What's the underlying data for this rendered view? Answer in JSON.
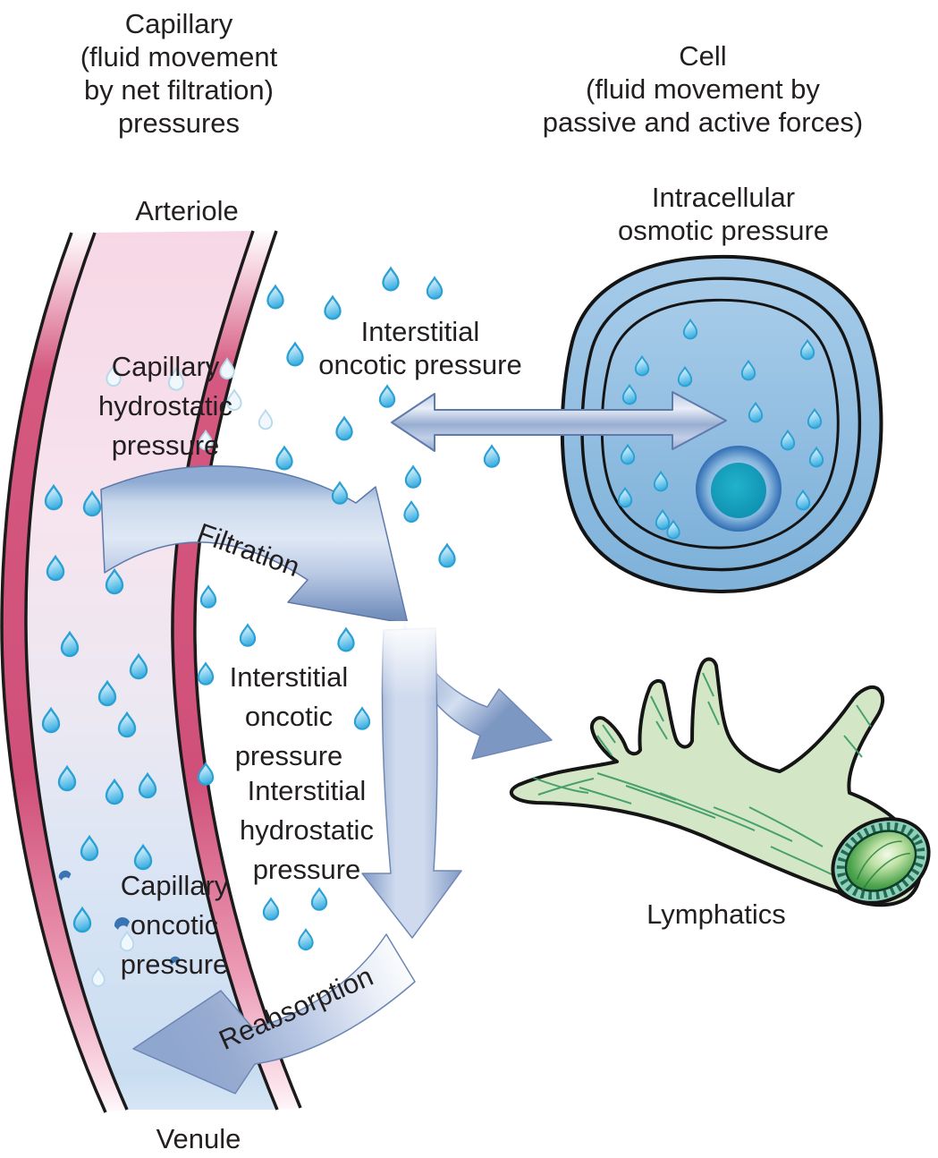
{
  "figure_title": "Capillary and cell fluid exchange diagram",
  "headings": {
    "capillary": {
      "lines": [
        "Capillary",
        "(fluid movement",
        "by net filtration)",
        "pressures"
      ]
    },
    "cell": {
      "lines": [
        "Cell",
        "(fluid movement by",
        "passive and active forces)"
      ]
    }
  },
  "labels": {
    "arteriole": "Arteriole",
    "intracellular_osmotic": {
      "lines": [
        "Intracellular",
        "osmotic pressure"
      ]
    },
    "interstitial_oncotic_upper": {
      "lines": [
        "Interstitial",
        "oncotic pressure"
      ]
    },
    "capillary_hydrostatic": {
      "lines": [
        "Capillary",
        "hydrostatic",
        "pressure"
      ]
    },
    "filtration": "Filtration",
    "interstitial_oncotic": {
      "lines": [
        "Interstitial",
        "oncotic",
        "pressure"
      ]
    },
    "interstitial_hydrostatic": {
      "lines": [
        "Interstitial",
        "hydrostatic",
        "pressure"
      ]
    },
    "capillary_oncotic": {
      "lines": [
        "Capillary",
        "oncotic",
        "pressure"
      ]
    },
    "reabsorption": "Reabsorption",
    "venule": "Venule",
    "lymphatics": "Lymphatics"
  },
  "icons": {
    "droplet": "water-droplet",
    "arrows": [
      "filtration-arrow",
      "interstitial-down-arrow",
      "interstitial-to-lymphatic-arrow",
      "reabsorption-arrow",
      "transmembrane-osmosis-arrow"
    ]
  },
  "palette": {
    "text": "#231f20",
    "vessel_wall": "#d4587f",
    "lumen_top_pink": "#f7d7e5",
    "lumen_bottom_blue": "#cbdef1",
    "droplet_fill": "#7fcfed",
    "droplet_outline": "#2ba0d4",
    "arrow_fill": "#c3d1e9",
    "arrow_edge": "#5f7bab",
    "cell_membrane": "#8fbbdf",
    "cell_cortex_yellow": "#f3e159",
    "cytoplasm": "#b2dbc7",
    "nucleus_ring": "#2f6db3",
    "nucleolus": "#13a0bf",
    "lymphatic_fill": "#d3e7c6",
    "lymphatic_line": "#3a9a63"
  }
}
